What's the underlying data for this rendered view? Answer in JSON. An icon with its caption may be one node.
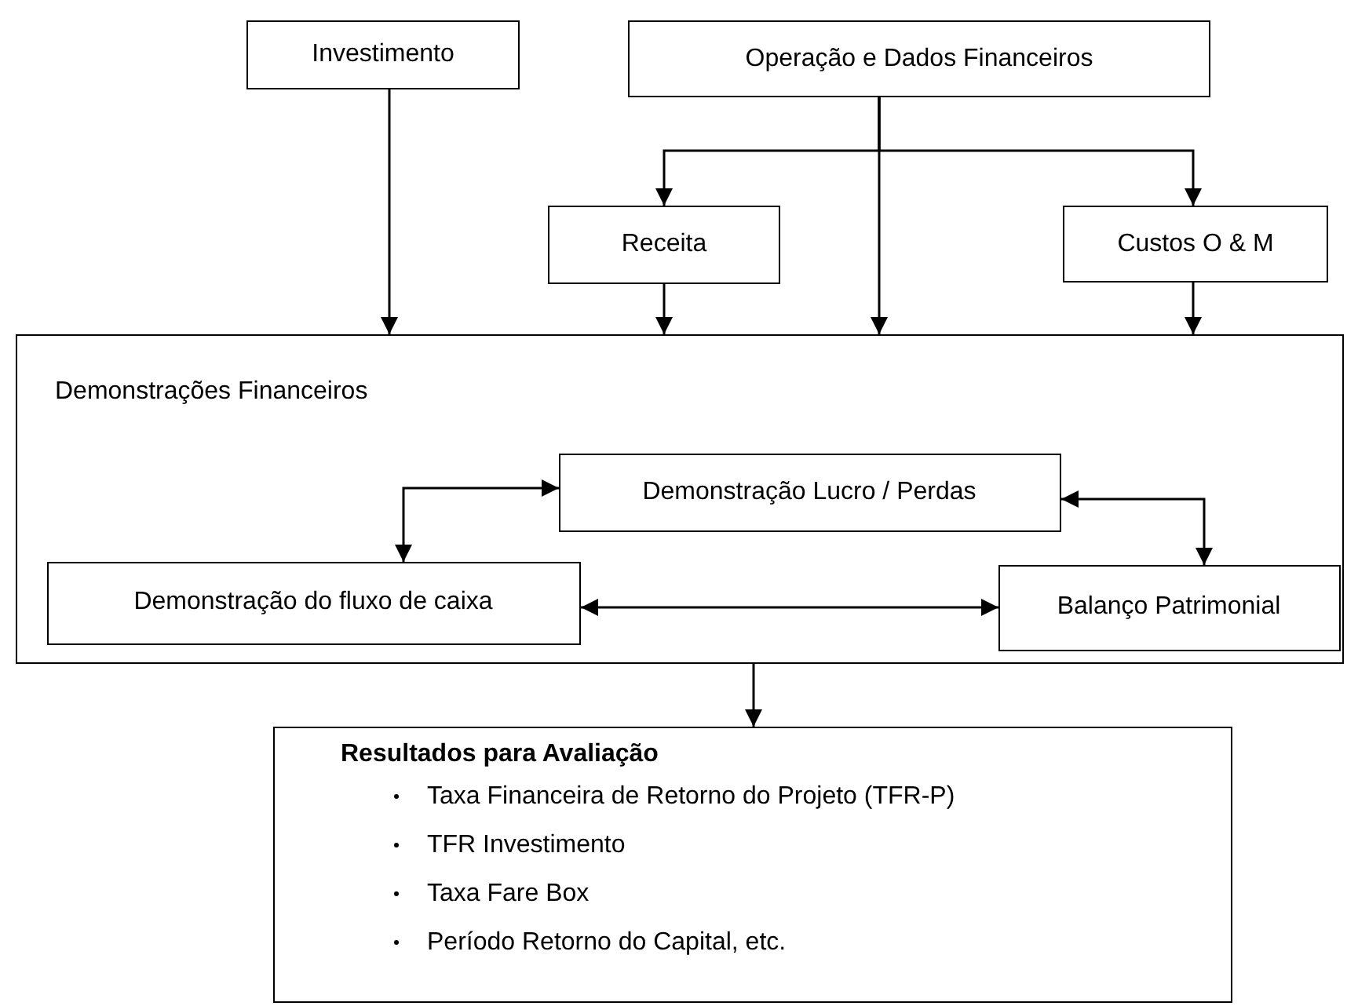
{
  "diagram": {
    "nodes": [
      {
        "text": [
          "Investimento"
        ]
      },
      {
        "text": [
          "Operação e Dados Financeiros"
        ]
      },
      {
        "text": [
          "Receita"
        ]
      },
      {
        "text": [
          "Custos O & M"
        ]
      },
      {
        "text": [
          "Demonstrações Financeiros"
        ]
      },
      {
        "text": [
          "Demonstração Lucro / Perdas"
        ],
        "in": 4
      },
      {
        "text": [
          "Demonstração do fluxo de caixa"
        ],
        "in": 4
      },
      {
        "text": [
          "Balanço Patrimonial"
        ],
        "in": 4
      },
      {
        "text": [
          "Resultados para Avaliação",
          "Taxa Financeira de Retorno do Projeto (TFR-P)",
          "TFR Investimento",
          "Taxa Fare Box",
          "Período Retorno do Capital, etc."
        ]
      }
    ],
    "edges": [
      {
        "from": 0,
        "to": 4,
        "arrow": "to"
      },
      {
        "from": 1,
        "to": 2,
        "arrow": "to"
      },
      {
        "from": 1,
        "to": 3,
        "arrow": "to"
      },
      {
        "from": 1,
        "to": 4,
        "arrow": "to"
      },
      {
        "from": 2,
        "to": 4,
        "arrow": "to"
      },
      {
        "from": 3,
        "to": 4,
        "arrow": "to"
      },
      {
        "from": 5,
        "to": 6,
        "arrow": "both"
      },
      {
        "from": 5,
        "to": 7,
        "arrow": "both"
      },
      {
        "from": 6,
        "to": 7,
        "arrow": "both"
      },
      {
        "from": 4,
        "to": 8,
        "arrow": "to"
      }
    ]
  }
}
